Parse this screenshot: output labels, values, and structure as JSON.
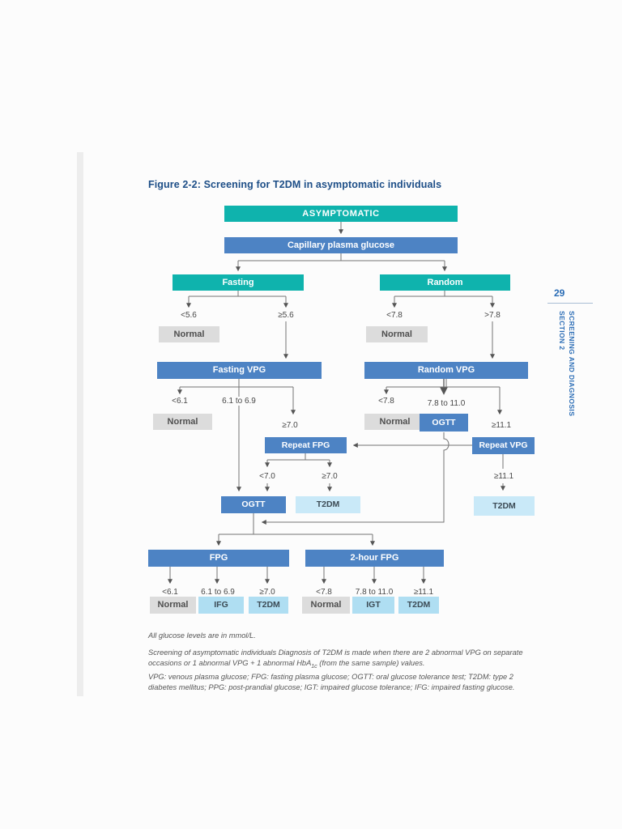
{
  "figure_title": "Figure 2-2: Screening for T2DM in asymptomatic individuals",
  "page": {
    "number": "29",
    "sidebar_line1": "SECTION 2",
    "sidebar_line2": "SCREENING AND DIAGNOSIS"
  },
  "nodes": {
    "asymptomatic": "ASYMPTOMATIC",
    "capillary": "Capillary plasma glucose",
    "fasting": "Fasting",
    "random": "Random",
    "fasting_vpg": "Fasting VPG",
    "random_vpg": "Random VPG",
    "ogtt_mid": "OGTT",
    "repeat_fpg": "Repeat FPG",
    "repeat_vpg": "Repeat VPG",
    "ogtt_bottom": "OGTT",
    "t2dm_mid": "T2DM",
    "t2dm_right": "T2DM",
    "fpg": "FPG",
    "two_hour_fpg": "2-hour FPG",
    "normal": "Normal",
    "ifg": "IFG",
    "igt": "IGT",
    "t2dm_fpg": "T2DM",
    "t2dm_2h": "T2DM"
  },
  "thresholds": {
    "fasting_lt": "<5.6",
    "fasting_ge": "≥5.6",
    "random_lt": "<7.8",
    "random_gt": ">7.8",
    "fvpg_lt": "<6.1",
    "fvpg_mid": "6.1 to 6.9",
    "fvpg_ge": "≥7.0",
    "rvpg_lt": "<7.8",
    "rvpg_mid": "7.8 to 11.0",
    "rvpg_ge": "≥11.1",
    "rfpg_lt": "<7.0",
    "rfpg_ge": "≥7.0",
    "rvpg2_ge": "≥11.1",
    "fpg_lt": "<6.1",
    "fpg_mid": "6.1 to 6.9",
    "fpg_ge": "≥7.0",
    "h2_lt": "<7.8",
    "h2_mid": "7.8 to 11.0",
    "h2_ge": "≥11.1"
  },
  "footnotes": {
    "units": "All glucose levels are in mmol/L.",
    "screening_part1": "Screening of asymptomatic individuals   Diagnosis of T2DM is made when there are 2 abnormal VPG on separate occasions or 1 abnormal VPG + 1 abnormal HbA",
    "screening_sub": "1c",
    "screening_part2": " (from the same sample) values.",
    "abbreviations": "VPG: venous plasma glucose; FPG: fasting plasma glucose; OGTT: oral glucose tolerance test; T2DM: type 2 diabetes mellitus; PPG: post-prandial glucose; IGT: impaired glucose tolerance; IFG: impaired fasting glucose."
  },
  "colors": {
    "teal": "#0fb3ad",
    "blue": "#4d83c4",
    "pale_blue": "#c9e9f8",
    "light_blue": "#afdef2",
    "gray_box": "#dcdcdc",
    "title": "#1d4e87",
    "sidebar": "#2a6cb5",
    "line": "#757575"
  }
}
